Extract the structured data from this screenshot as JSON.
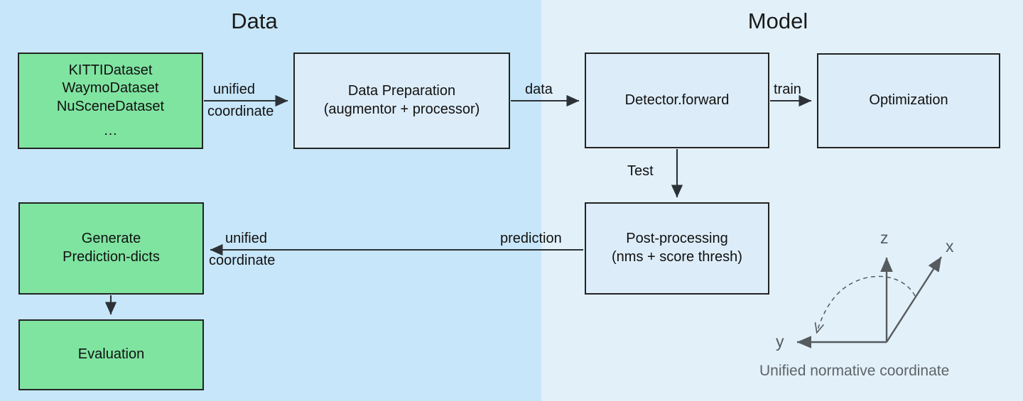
{
  "diagram": {
    "title_data": "Data",
    "title_model": "Model",
    "colors": {
      "data_panel": "#c7e6f9",
      "model_panel": "#e2f0fa",
      "green_node": "#7fe4a0",
      "blue_node": "#dcecf8",
      "stroke": "#232323",
      "axis_gray": "#555b5e"
    },
    "nodes": {
      "datasets": {
        "line1": "KITTIDataset",
        "line2": "WaymoDataset",
        "line3": "NuSceneDataset",
        "line4": "…"
      },
      "data_preparation": {
        "line1": "Data Preparation",
        "line2": "(augmentor + processor)"
      },
      "detector": {
        "line1": "Detector.forward"
      },
      "optimization": {
        "line1": "Optimization"
      },
      "post_processing": {
        "line1": "Post-processing",
        "line2": "(nms + score thresh)"
      },
      "generate_predictions": {
        "line1": "Generate",
        "line2": "Prediction-dicts"
      },
      "evaluation": {
        "line1": "Evaluation"
      }
    },
    "edges": {
      "datasets_to_prep_l1": "unified",
      "datasets_to_prep_l2": "coordinate",
      "prep_to_detector": "data",
      "detector_to_optimization": "train",
      "detector_to_postprocess": "Test",
      "postprocess_to_gen_pred": "prediction",
      "postprocess_to_gen_pred_l1": "unified",
      "postprocess_to_gen_pred_l2": "coordinate"
    },
    "coordinate_legend": {
      "axis_z": "z",
      "axis_x": "x",
      "axis_y": "y",
      "caption": "Unified normative coordinate"
    }
  }
}
